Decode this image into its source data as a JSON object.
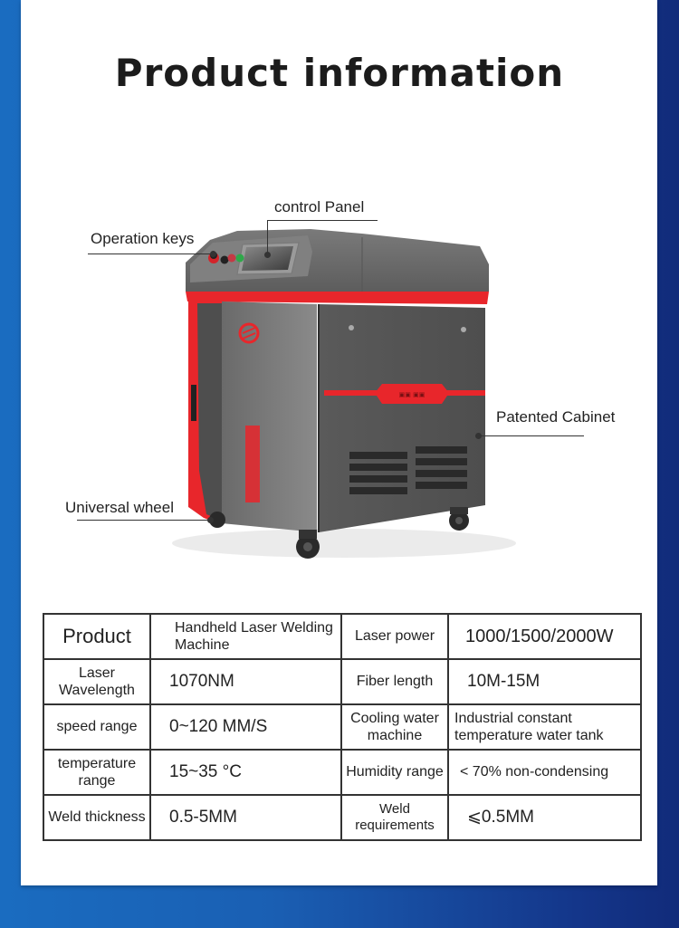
{
  "page": {
    "title": "Product information",
    "colors": {
      "background_left": "#1a6cc0",
      "background_right": "#112b7a",
      "card": "#ffffff",
      "machine_gray": "#6b6b6b",
      "machine_red": "#e8262b",
      "text": "#222222"
    }
  },
  "callouts": {
    "control_panel": "control Panel",
    "operation_keys": "Operation keys",
    "patented_cabinet": "Patented Cabinet",
    "universal_wheel": "Universal wheel"
  },
  "specs": {
    "rows": [
      {
        "k1": "Product",
        "v1": "Handheld Laser Welding Machine",
        "k2": "Laser power",
        "v2": "1000/1500/2000W"
      },
      {
        "k1": "Laser Wavelength",
        "v1": "1070NM",
        "k2": "Fiber length",
        "v2": "10M-15M"
      },
      {
        "k1": "speed range",
        "v1": "0~120 MM/S",
        "k2": "Cooling water machine",
        "v2": "Industrial constant temperature water tank"
      },
      {
        "k1": "temperature range",
        "v1": "15~35 °C",
        "k2": "Humidity range",
        "v2": "< 70% non-condensing"
      },
      {
        "k1": "Weld thickness",
        "v1": "0.5-5MM",
        "k2": "Weld requirements",
        "v2": "⩽0.5MM"
      }
    ]
  }
}
